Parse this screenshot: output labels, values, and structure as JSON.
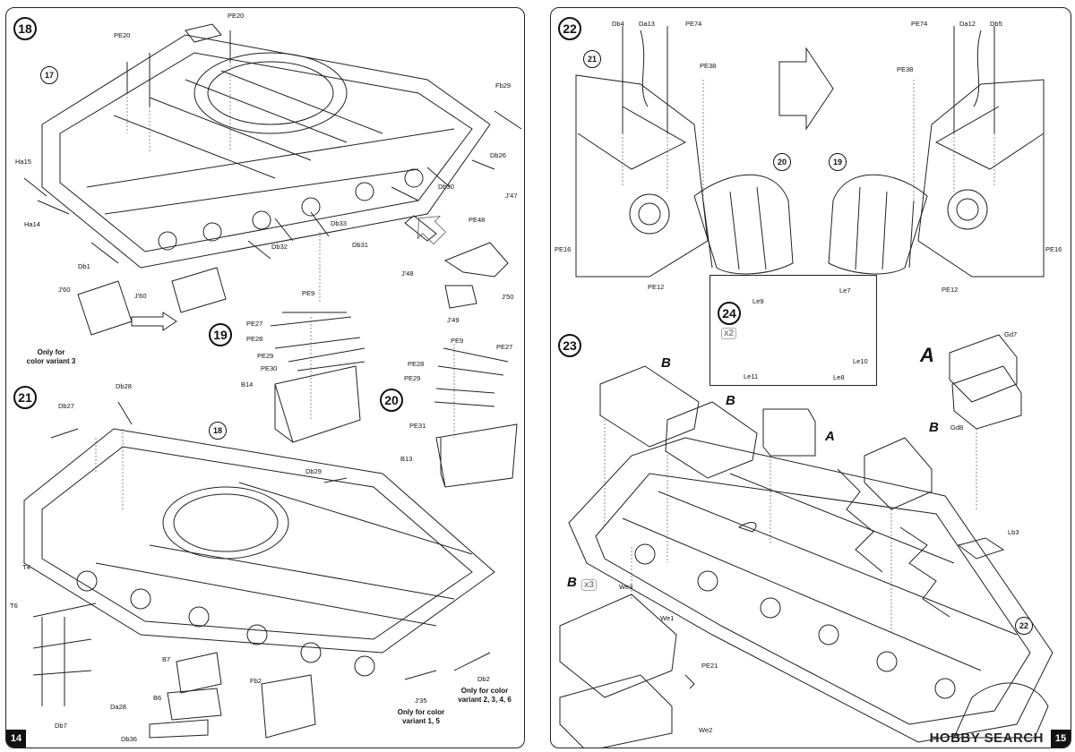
{
  "left_page": {
    "page_number": "14",
    "steps": {
      "s18": "18",
      "s19": "19",
      "s20": "20",
      "s21": "21"
    },
    "refs": {
      "r17": "17",
      "r18": "18"
    },
    "labels": {
      "pe20_a": "PE20",
      "pe20_b": "PE20",
      "fb29": "Fb29",
      "db26": "Db26",
      "ha15": "Ha15",
      "ha14": "Ha14",
      "db30": "Db30",
      "db33": "Db33",
      "db32": "Db32",
      "db31": "Db31",
      "db1": "Db1",
      "pe48": "PE48",
      "j47": "J'47",
      "j48": "J'48",
      "j50": "J'50",
      "j49": "J'49",
      "j60a": "J'60",
      "j60b": "J'60",
      "pe9a": "PE9",
      "pe27a": "PE27",
      "pe28a": "PE28",
      "pe29a": "PE29",
      "pe30": "PE30",
      "b14": "B14",
      "pe9b": "PE9",
      "pe28b": "PE28",
      "pe27b": "PE27",
      "pe29b": "PE29",
      "pe31": "PE31",
      "b13": "B13",
      "db27": "Db27",
      "db28a": "Db28",
      "db29": "Db29",
      "t4": "T4",
      "t6": "T6",
      "b7": "B7",
      "b6": "B6",
      "db36": "Db36",
      "da28": "Da28",
      "db7": "Db7",
      "fb2": "Fb2",
      "j35": "J'35",
      "db2": "Db2"
    },
    "notes": {
      "variant3": "Only for\ncolor variant 3",
      "variant15": "Only for color\nvariant 1, 5",
      "variant2346": "Only for color\nvariant 2, 3, 4, 6"
    }
  },
  "right_page": {
    "page_number": "15",
    "steps": {
      "s22": "22",
      "s23": "23",
      "s24": "24"
    },
    "refs": {
      "r21": "21",
      "r20": "20",
      "r19": "19",
      "r22": "22"
    },
    "labels": {
      "db4": "Db4",
      "da13": "Da13",
      "pe74a": "PE74",
      "pe38a": "PE38",
      "pe16a": "PE16",
      "pe12a": "PE12",
      "pe74b": "PE74",
      "da12": "Da12",
      "db5": "Db5",
      "pe38b": "PE38",
      "pe16b": "PE16",
      "pe12b": "PE12",
      "le9": "Le9",
      "le7": "Le7",
      "le10": "Le10",
      "le11": "Le11",
      "le8": "Le8",
      "gd7": "Gd7",
      "gd8": "Gd8",
      "lb3": "Lb3",
      "we3": "We3",
      "we1": "We1",
      "pe21": "PE21",
      "we2": "We2"
    },
    "letters": {
      "a_big": "A",
      "a_mid": "A",
      "b1": "B",
      "b2": "B",
      "b3": "B",
      "b_big": "B"
    },
    "multipliers": {
      "x2": "x2",
      "x3": "x3"
    },
    "watermark": "HOBBY SEARCH"
  }
}
